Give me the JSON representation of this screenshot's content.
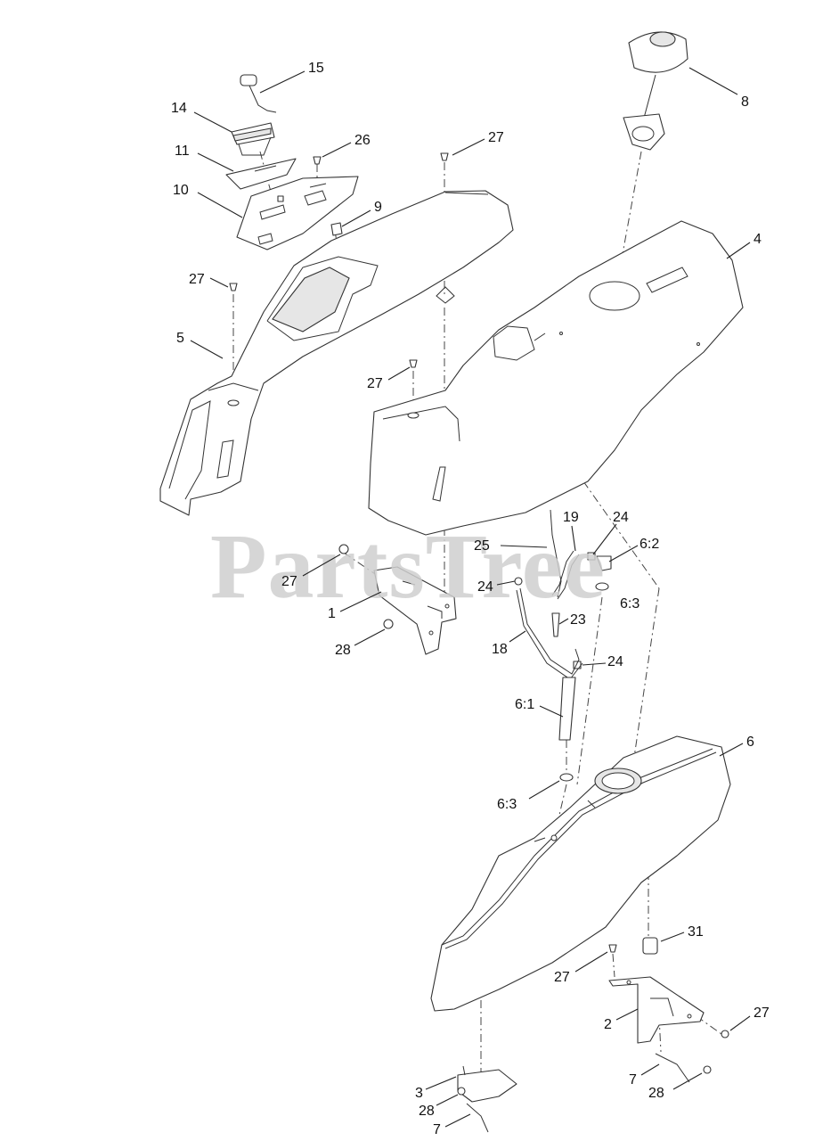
{
  "watermark": "PartsTree",
  "callouts": [
    {
      "id": "c15a",
      "text": "15"
    },
    {
      "id": "c14",
      "text": "14"
    },
    {
      "id": "c11",
      "text": "11"
    },
    {
      "id": "c10",
      "text": "10"
    },
    {
      "id": "c26",
      "text": "26"
    },
    {
      "id": "c27a",
      "text": "27"
    },
    {
      "id": "c9",
      "text": "9"
    },
    {
      "id": "c8",
      "text": "8"
    },
    {
      "id": "c4",
      "text": "4"
    },
    {
      "id": "c27b",
      "text": "27"
    },
    {
      "id": "c5",
      "text": "5"
    },
    {
      "id": "c27c",
      "text": "27"
    },
    {
      "id": "c19",
      "text": "19"
    },
    {
      "id": "c24a",
      "text": "24"
    },
    {
      "id": "c25",
      "text": "25"
    },
    {
      "id": "c62",
      "text": "6:2"
    },
    {
      "id": "c27d",
      "text": "27"
    },
    {
      "id": "c24b",
      "text": "24"
    },
    {
      "id": "c63a",
      "text": "6:3"
    },
    {
      "id": "c1",
      "text": "1"
    },
    {
      "id": "c23",
      "text": "23"
    },
    {
      "id": "c28a",
      "text": "28"
    },
    {
      "id": "c18",
      "text": "18"
    },
    {
      "id": "c24c",
      "text": "24"
    },
    {
      "id": "c61",
      "text": "6:1"
    },
    {
      "id": "c6",
      "text": "6"
    },
    {
      "id": "c63b",
      "text": "6:3"
    },
    {
      "id": "c31",
      "text": "31"
    },
    {
      "id": "c27e",
      "text": "27"
    },
    {
      "id": "c2",
      "text": "2"
    },
    {
      "id": "c27f",
      "text": "27"
    },
    {
      "id": "c7a",
      "text": "7"
    },
    {
      "id": "c28b",
      "text": "28"
    },
    {
      "id": "c3",
      "text": "3"
    },
    {
      "id": "c28c",
      "text": "28"
    },
    {
      "id": "c7b",
      "text": "7"
    }
  ]
}
